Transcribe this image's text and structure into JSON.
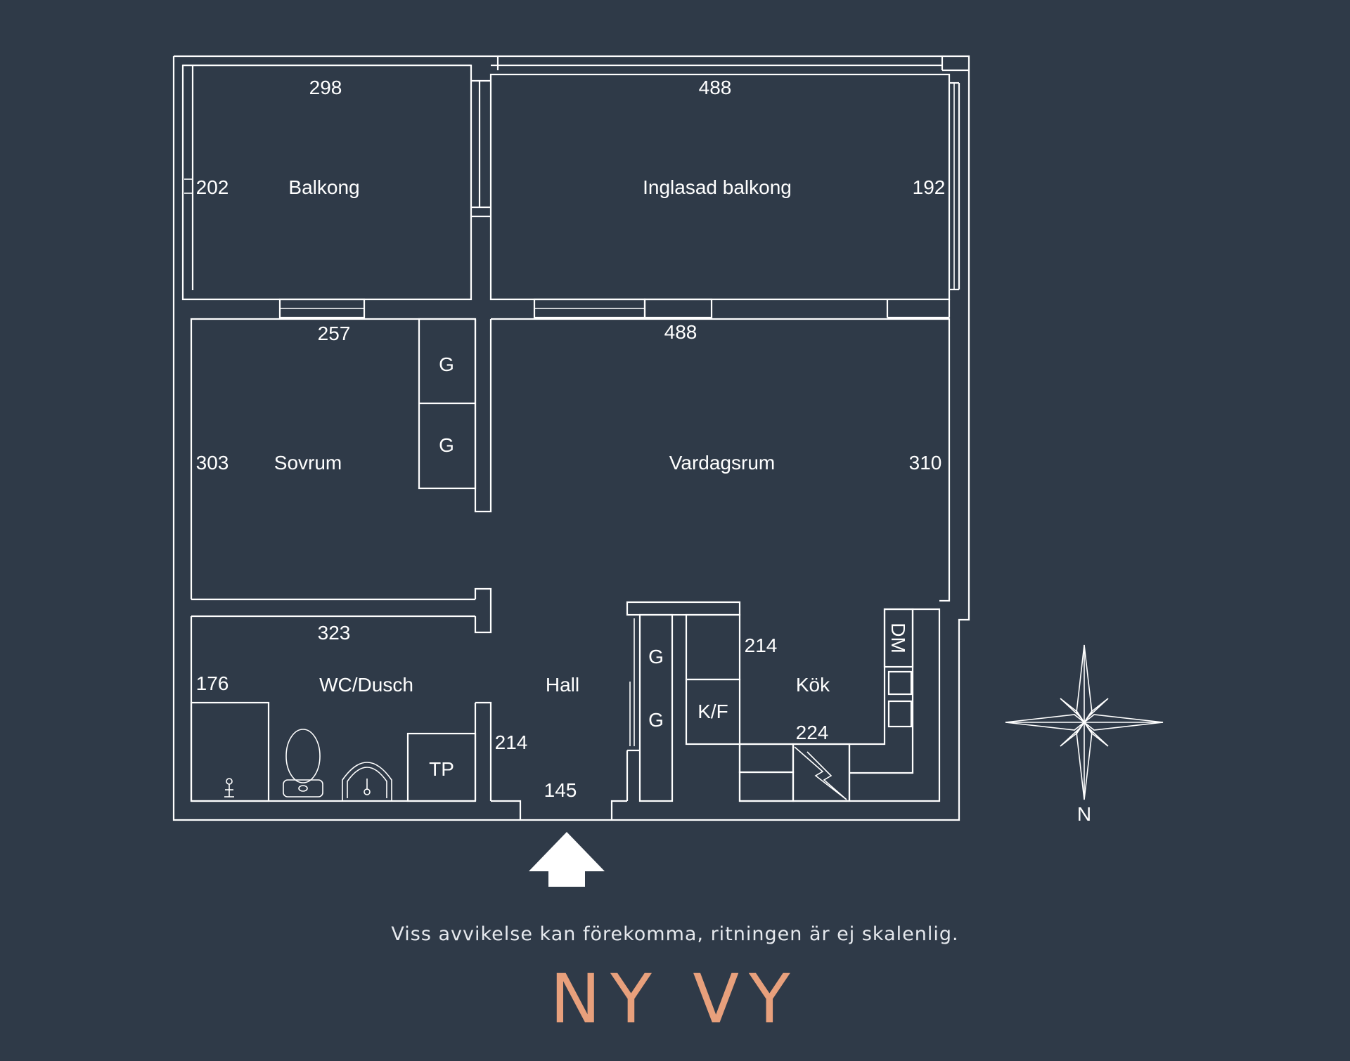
{
  "rooms": {
    "balkong": "Balkong",
    "inglasad_balkong": "Inglasad balkong",
    "sovrum": "Sovrum",
    "vardagsrum": "Vardagsrum",
    "wc_dusch": "WC/Dusch",
    "hall": "Hall",
    "kok": "Kök"
  },
  "dimensions": {
    "balkong_width": "298",
    "balkong_depth": "202",
    "inglasad_width": "488",
    "inglasad_depth": "192",
    "sovrum_width": "257",
    "sovrum_depth": "303",
    "vardagsrum_width": "488",
    "vardagsrum_depth": "310",
    "wc_width": "323",
    "wc_depth": "176",
    "hall_depth": "214",
    "hall_width": "145",
    "kok_depth": "214",
    "kok_width": "224"
  },
  "fixtures": {
    "wardrobe": "G",
    "fridge_freezer": "K/F",
    "dishwasher": "DM",
    "tp": "TP"
  },
  "compass": {
    "north": "N"
  },
  "disclaimer": "Viss avvikelse kan förekomma, ritningen är ej skalenlig.",
  "brand": "NY VY",
  "colors": {
    "background": "#2f3a48",
    "lines": "#ffffff",
    "brand": "#e8a07c"
  }
}
